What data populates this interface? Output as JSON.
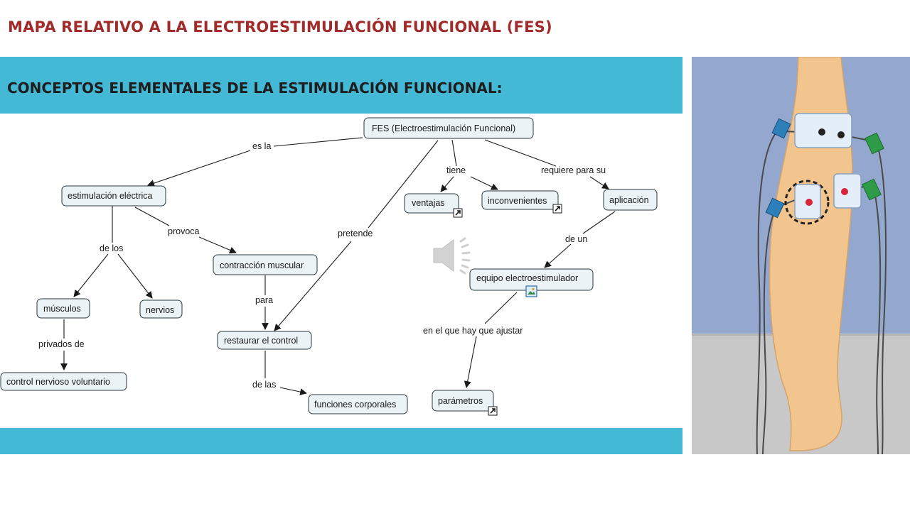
{
  "title": "MAPA RELATIVO A LA ELECTROESTIMULACIÓN FUNCIONAL (FES)",
  "subtitle": "CONCEPTOS ELEMENTALES DE LA ESTIMULACIÓN FUNCIONAL:",
  "colors": {
    "title": "#a12a2a",
    "band": "#43b9d6",
    "node_fill": "#ecf3f6",
    "node_stroke": "#2a3a42",
    "photo_background": "#93a7cf",
    "skin": "#f3c58e",
    "electrode_blue": "#2c7fb8",
    "electrode_green": "#2e9b48",
    "electrode_red": "#d9233a"
  },
  "nodes": {
    "fes": "FES (Electroestimulación Funcional)",
    "estimulacion": "estimulación eléctrica",
    "ventajas": "ventajas",
    "inconvenientes": "inconvenientes",
    "aplicacion": "aplicación",
    "contraccion": "contracción muscular",
    "equipo": "equipo electroestimulador",
    "musculos": "músculos",
    "nervios": "nervios",
    "restaurar": "restaurar el control",
    "control_nervioso": "control nervioso voluntario",
    "funciones": "funciones corporales",
    "parametros": "parámetros"
  },
  "links": {
    "es_la": "es la",
    "tiene": "tiene",
    "requiere": "requiere para su",
    "provoca": "provoca",
    "pretende": "pretende",
    "de_los": "de los",
    "de_un": "de un",
    "para": "para",
    "privados_de": "privados de",
    "de_las": "de las",
    "ajustar": "en el que hay que ajustar"
  },
  "icons": {
    "external_link": "external-link-icon",
    "image_attachment": "image-attachment-icon",
    "audio": "speaker-icon"
  }
}
